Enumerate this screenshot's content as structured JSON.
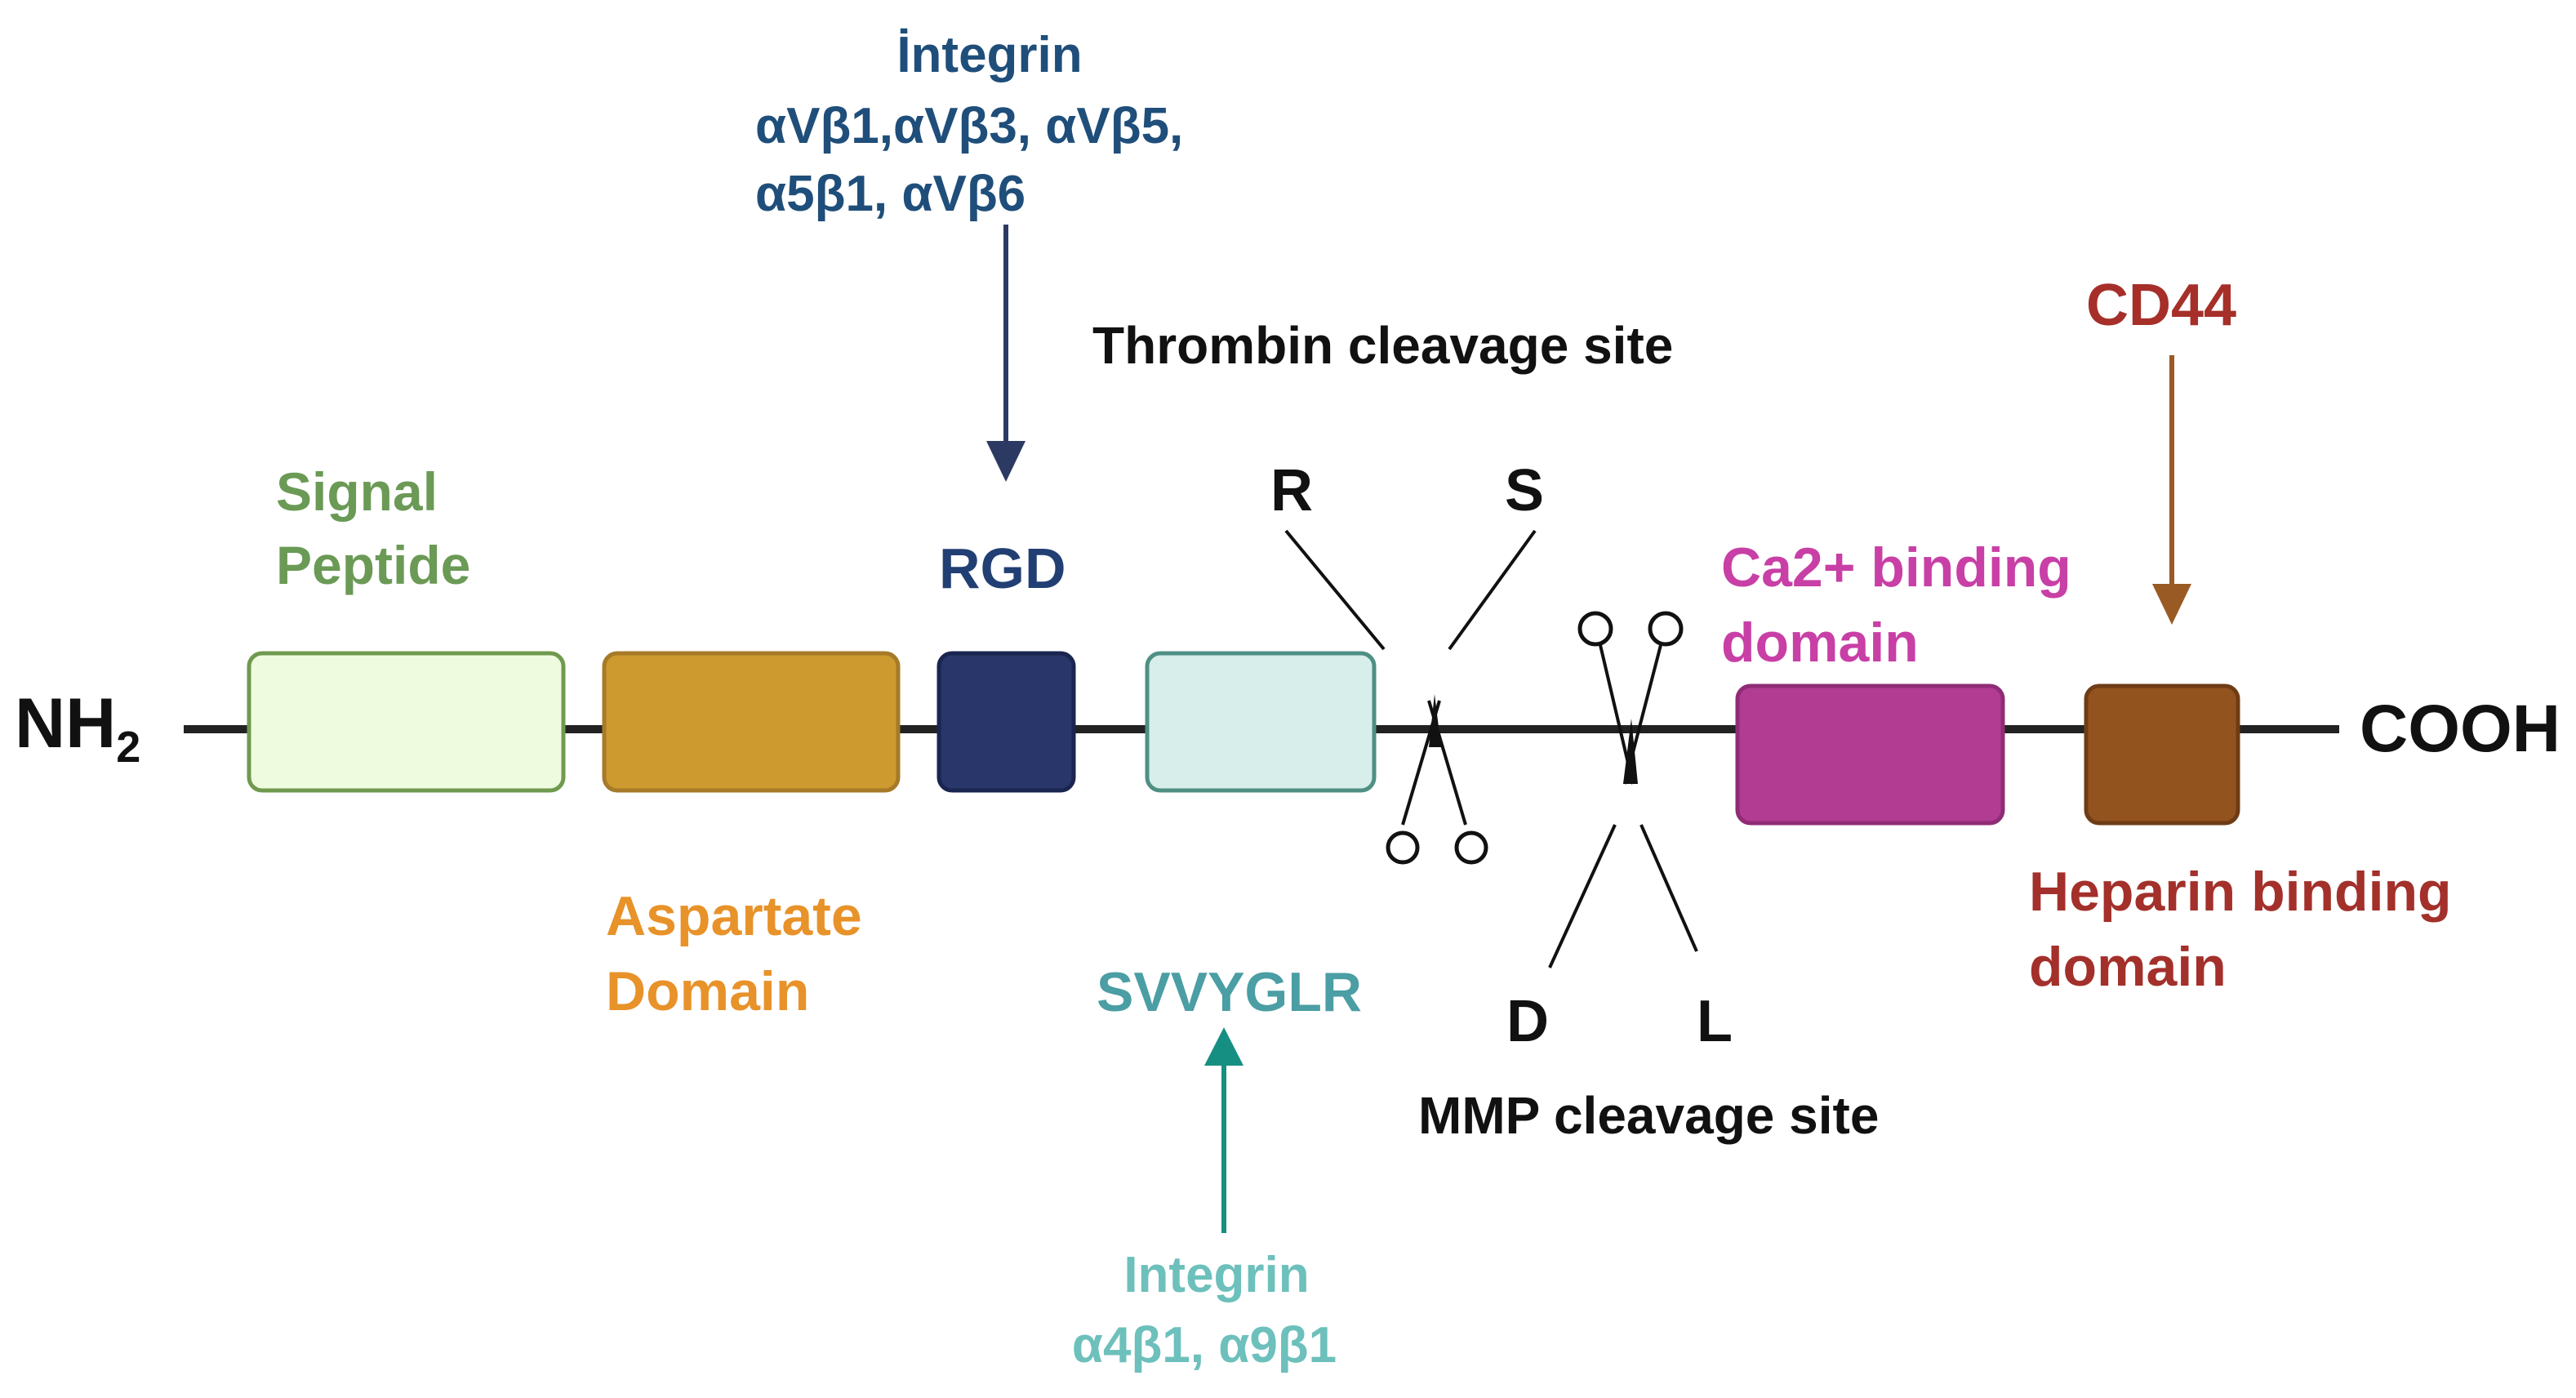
{
  "termini": {
    "n_terminus": "NH",
    "n_subscript": "2",
    "c_terminus": "COOH"
  },
  "domains": {
    "signal_peptide": {
      "line1": "Signal",
      "line2": "Peptide",
      "label_color": "#6a9a55",
      "fill": "#effbdf",
      "stroke": "#6f9a4f"
    },
    "aspartate": {
      "line1": "Aspartate",
      "line2": "Domain",
      "label_color": "#e8922a",
      "fill": "#cc9a2e",
      "stroke": "#a67a28"
    },
    "rgd": {
      "label": "RGD",
      "label_color": "#213f73",
      "fill": "#283669",
      "stroke": "#1a2550"
    },
    "svvyglr": {
      "label": "SVVYGLR",
      "label_color": "#4a9ea4",
      "fill": "#d7eeeb",
      "stroke": "#4f8f84"
    },
    "calcium": {
      "line1": "Ca2+ binding",
      "line2": "domain",
      "label_color": "#c83fa6",
      "fill": "#b23c92",
      "stroke": "#8f2c75"
    },
    "heparin": {
      "line1": "Heparin binding",
      "line2": "domain",
      "label_color": "#a3302a",
      "fill": "#93531f",
      "stroke": "#6f3c16"
    }
  },
  "binders": {
    "integrin_rgd": {
      "line1": "İntegrin",
      "line2": "αVβ1,αVβ3, αVβ5,",
      "line3": "α5β1, αVβ6",
      "color": "#1f4e7a",
      "arrow_color": "#2c3a63"
    },
    "integrin_svvyglr": {
      "line1": "Integrin",
      "line2": "α4β1, α9β1",
      "color": "#6dc0bb",
      "arrow_color": "#168f83"
    },
    "cd44": {
      "label": "CD44",
      "color": "#a62f2a",
      "arrow_color": "#9a5a24"
    }
  },
  "cleavage": {
    "thrombin": {
      "label": "Thrombin cleavage site",
      "left_residue": "R",
      "right_residue": "S"
    },
    "mmp": {
      "label": "MMP cleavage site",
      "left_residue": "D",
      "right_residue": "L"
    }
  },
  "colors": {
    "backbone": "#222222",
    "text_dark": "#111111"
  }
}
